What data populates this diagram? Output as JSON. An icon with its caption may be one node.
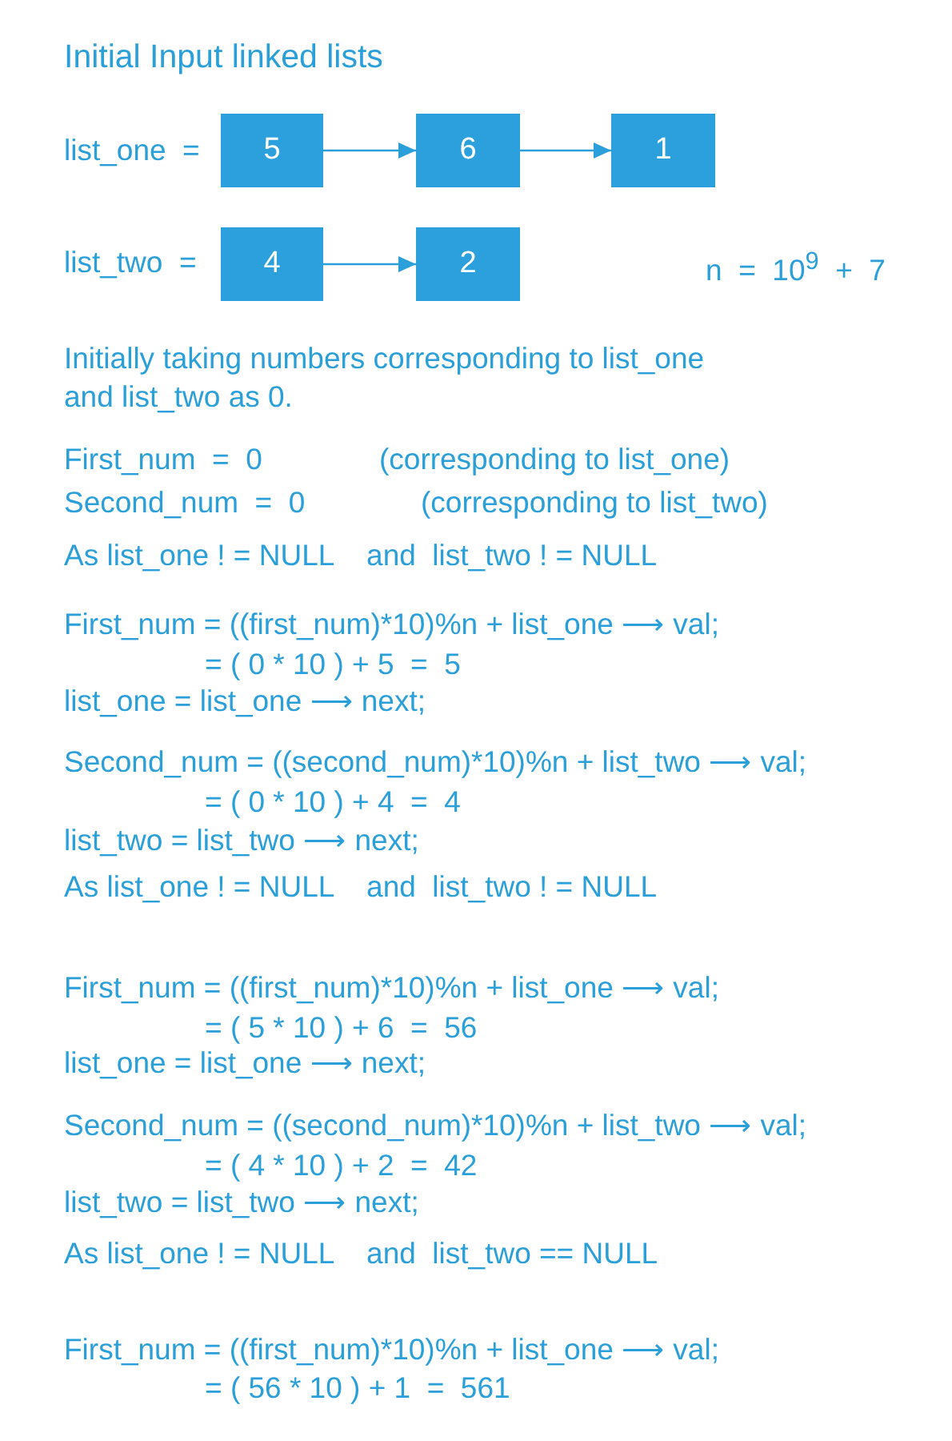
{
  "diagram": {
    "title": "Initial Input linked lists",
    "nodes": [
      {
        "text": [
          "5"
        ]
      },
      {
        "text": [
          "6"
        ]
      },
      {
        "text": [
          "1"
        ]
      },
      {
        "text": [
          "4"
        ]
      },
      {
        "text": [
          "2"
        ]
      }
    ],
    "edges": [
      {
        "from": 0,
        "to": 1,
        "arrow": "to"
      },
      {
        "from": 1,
        "to": 2,
        "arrow": "to"
      },
      {
        "from": 3,
        "to": 4,
        "arrow": "to"
      }
    ],
    "labels": [
      "list_one  =",
      "list_two  =",
      "n  =  10$^{9}$  +  7",
      "Initially taking numbers corresponding to list_one and list_two as 0.",
      "First_num  =  0",
      "(corresponding to list_one)",
      "Second_num  =  0",
      "(corresponding to list_two)",
      "As list_one ! = NULL    and  list_two ! = NULL",
      "First_num = ((first_num)*10)%n + list_one ⟶ val;",
      "= ( 0 * 10 ) + 5  =  5",
      "list_one = list_one ⟶ next;",
      "Second_num = ((second_num)*10)%n + list_two ⟶ val;",
      "= ( 0 * 10 ) + 4  =  4",
      "list_two = list_two ⟶ next;",
      "As list_one ! = NULL    and  list_two ! = NULL",
      "First_num = ((first_num)*10)%n + list_one ⟶ val;",
      "= ( 5 * 10 ) + 6  =  56",
      "list_one = list_one ⟶ next;",
      "Second_num = ((second_num)*10)%n + list_two ⟶ val;",
      "= ( 4 * 10 ) + 2  =  42",
      "list_two = list_two ⟶ next;",
      "As list_one ! = NULL    and  list_two == NULL",
      "First_num = ((first_num)*10)%n + list_one ⟶ val;",
      "= ( 56 * 10 ) + 1  =  561"
    ]
  }
}
